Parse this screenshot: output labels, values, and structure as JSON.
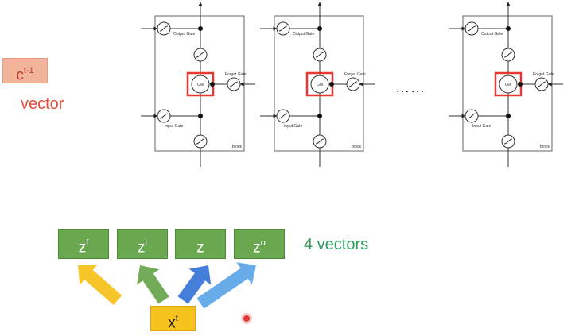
{
  "cell_state": {
    "base": "c",
    "sup": "t-1",
    "caption": "vector"
  },
  "lstm_block": {
    "output_gate": "Output Gate",
    "forget_gate": "Forget Gate",
    "input_gate": "Input Gate",
    "cell": "Cell",
    "block": "Block"
  },
  "ellipsis": "……",
  "gate_vectors": [
    {
      "base": "z",
      "sup": "f"
    },
    {
      "base": "z",
      "sup": "i"
    },
    {
      "base": "z",
      "sup": ""
    },
    {
      "base": "z",
      "sup": "o"
    }
  ],
  "vectors_caption": "4 vectors",
  "input": {
    "base": "x",
    "sup": "t"
  },
  "colors": {
    "cell_state_fill": "#f2b49b",
    "cell_state_text": "#c0392b",
    "gate_fill": "#6aa84f",
    "vectors_text": "#2e9e5a",
    "input_fill": "#f6c21d",
    "cell_highlight": "#e53935",
    "arrow_colors": [
      "#f6c21d",
      "#6aa84f",
      "#3b78d8",
      "#5fa8e8"
    ]
  }
}
